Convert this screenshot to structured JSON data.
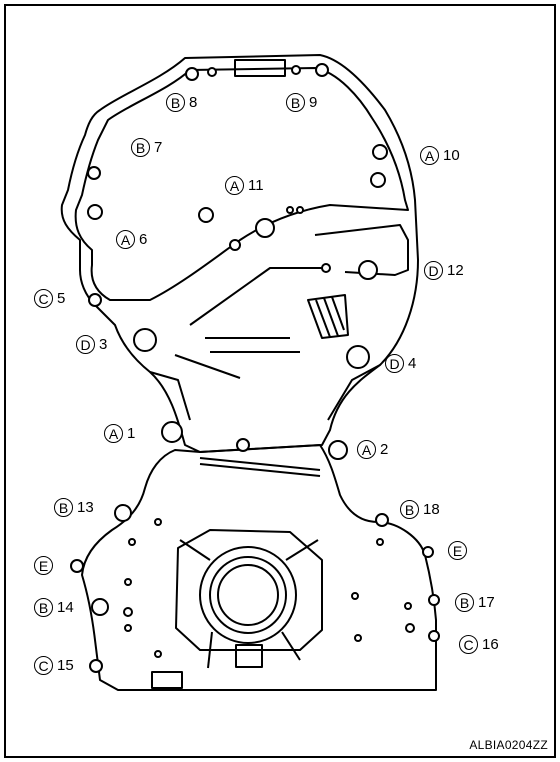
{
  "figure_code": "ALBIA0204ZZ",
  "callouts": [
    {
      "id": "c1",
      "letter": "A",
      "number": "1"
    },
    {
      "id": "c2",
      "letter": "A",
      "number": "2"
    },
    {
      "id": "c3",
      "letter": "D",
      "number": "3"
    },
    {
      "id": "c4",
      "letter": "D",
      "number": "4"
    },
    {
      "id": "c5",
      "letter": "C",
      "number": "5"
    },
    {
      "id": "c6",
      "letter": "A",
      "number": "6"
    },
    {
      "id": "c7",
      "letter": "B",
      "number": "7"
    },
    {
      "id": "c8",
      "letter": "B",
      "number": "8"
    },
    {
      "id": "c9",
      "letter": "B",
      "number": "9"
    },
    {
      "id": "c10",
      "letter": "A",
      "number": "10"
    },
    {
      "id": "c11",
      "letter": "A",
      "number": "11"
    },
    {
      "id": "c12",
      "letter": "D",
      "number": "12"
    },
    {
      "id": "c13",
      "letter": "B",
      "number": "13"
    },
    {
      "id": "c14",
      "letter": "B",
      "number": "14"
    },
    {
      "id": "c15",
      "letter": "C",
      "number": "15"
    },
    {
      "id": "c16",
      "letter": "C",
      "number": "16"
    },
    {
      "id": "c17",
      "letter": "B",
      "number": "17"
    },
    {
      "id": "c18",
      "letter": "B",
      "number": "18"
    },
    {
      "id": "cE1",
      "letter": "E",
      "number": ""
    },
    {
      "id": "cE2",
      "letter": "E",
      "number": ""
    }
  ]
}
